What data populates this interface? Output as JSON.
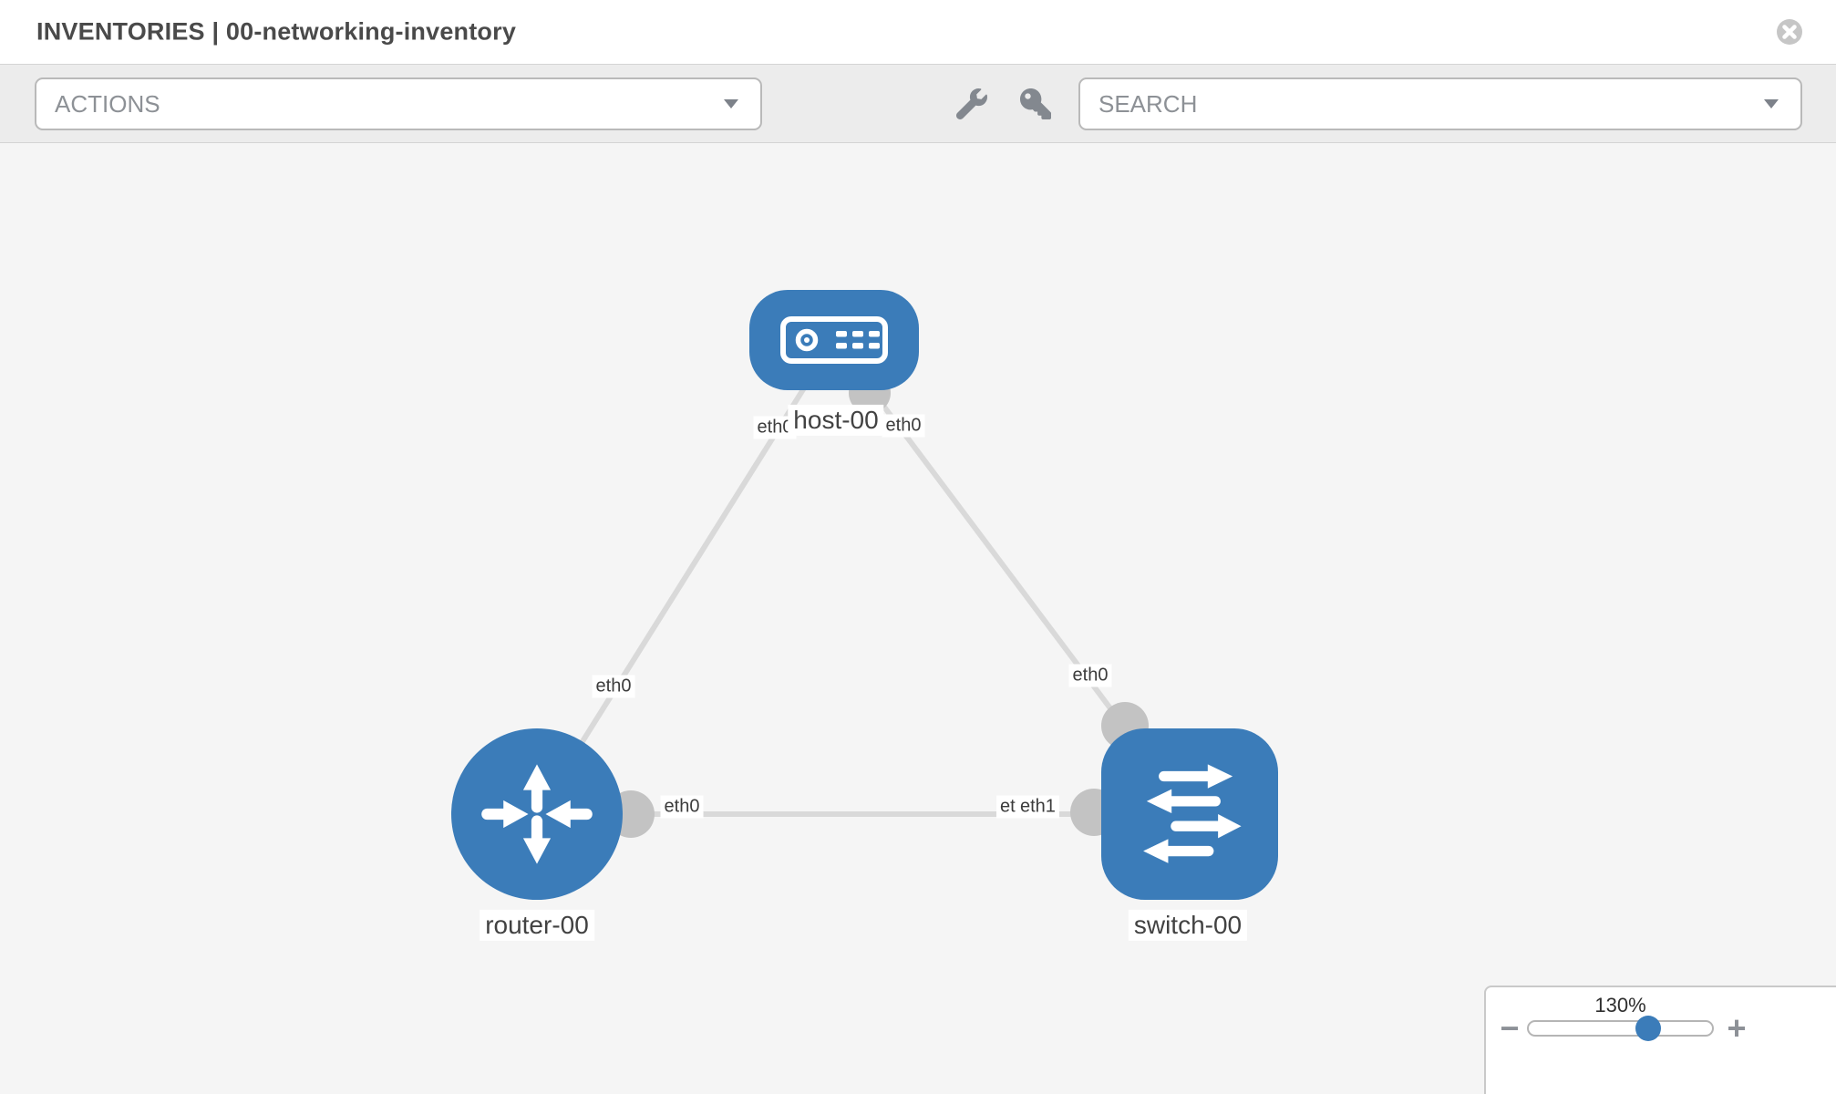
{
  "header": {
    "title": "INVENTORIES | 00-networking-inventory"
  },
  "toolbar": {
    "actions_label": "ACTIONS",
    "search_label": "SEARCH"
  },
  "topology": {
    "nodes": [
      {
        "id": "host-00",
        "type": "host",
        "label": "host-00"
      },
      {
        "id": "router-00",
        "type": "router",
        "label": "router-00"
      },
      {
        "id": "switch-00",
        "type": "switch",
        "label": "switch-00"
      }
    ],
    "links": [
      {
        "from": "host-00",
        "to": "router-00"
      },
      {
        "from": "host-00",
        "to": "switch-00"
      },
      {
        "from": "router-00",
        "to": "switch-00"
      }
    ],
    "if_labels": {
      "host_left": "eth0",
      "host_right": "eth0",
      "router_link_upper": "eth0",
      "switch_link_upper": "eth0",
      "router_right": "eth0",
      "switch_left_back": "eth0",
      "switch_left_front": "eth1"
    }
  },
  "zoom_control": {
    "value": "130%",
    "percent": 65,
    "minus_label": "−",
    "plus_label": "+"
  }
}
